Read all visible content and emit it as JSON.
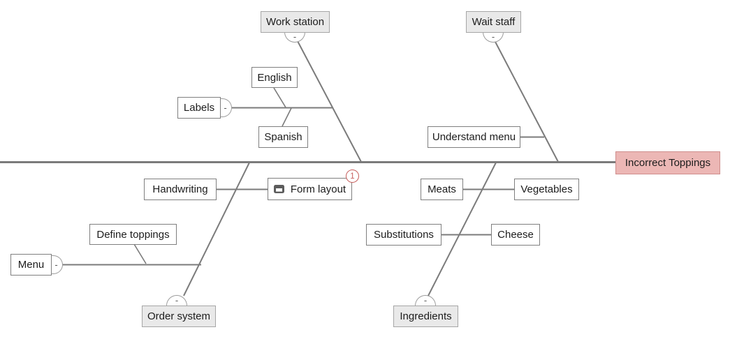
{
  "diagram": {
    "type": "fishbone",
    "effect": {
      "label": "Incorrect Toppings"
    },
    "categories": {
      "work_station": {
        "label": "Work station",
        "collapse": "-"
      },
      "wait_staff": {
        "label": "Wait staff",
        "collapse": "-"
      },
      "order_system": {
        "label": "Order system",
        "collapse": "-"
      },
      "ingredients": {
        "label": "Ingredients",
        "collapse": "-"
      }
    },
    "subtopics": {
      "labels": {
        "label": "Labels",
        "collapse": "-"
      },
      "english": {
        "label": "English"
      },
      "spanish": {
        "label": "Spanish"
      },
      "understand_menu": {
        "label": "Understand menu"
      },
      "handwriting": {
        "label": "Handwriting"
      },
      "form_layout": {
        "label": "Form layout",
        "icon": "note-icon",
        "badge": "1"
      },
      "meats": {
        "label": "Meats"
      },
      "vegetables": {
        "label": "Vegetables"
      },
      "substitutions": {
        "label": "Substitutions"
      },
      "cheese": {
        "label": "Cheese"
      },
      "define_toppings": {
        "label": "Define toppings"
      },
      "menu": {
        "label": "Menu",
        "collapse": "-"
      }
    },
    "colors": {
      "spine_line": "#7b7b7b",
      "branch_line": "#7b7b7b",
      "node_border": "#7f7f7f",
      "node_fill": "#ffffff",
      "category_fill": "#e9e9e9",
      "category_border": "#a6a6a6",
      "effect_fill": "#ecb7b5",
      "effect_border": "#cf8e8c",
      "badge_red": "#c7605e"
    }
  }
}
